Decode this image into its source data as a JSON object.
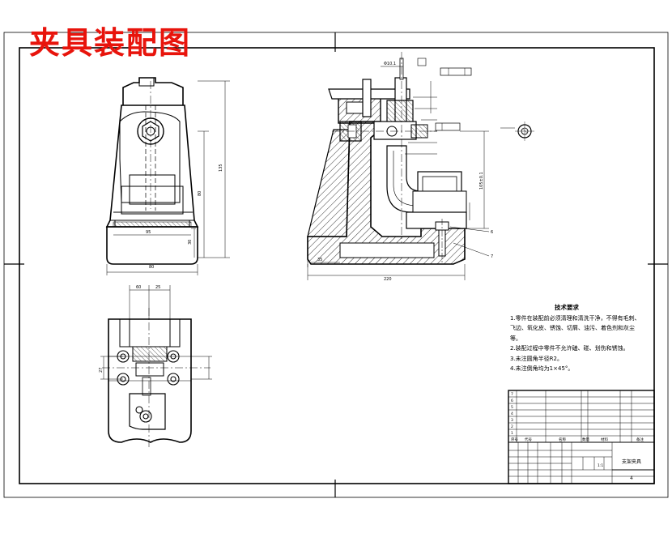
{
  "title": "夹具装配图",
  "colors": {
    "title": "#e8140c",
    "line": "#000000",
    "hatch": "#000000"
  },
  "tech_requirements": {
    "heading": "技术要求",
    "items": [
      "1.零件在装配前必须清理和清洗干净，不得有毛刺、",
      "飞边、氧化皮、锈蚀、切屑、油污、着色剂和灰尘",
      "等。",
      "2.装配过程中零件不允许磕、碰、划伤和锈蚀。",
      "3.未注圆角半径R2。",
      "4.未注倒角均为1×45°。"
    ]
  },
  "title_block": {
    "drawing_name": "支架夹具",
    "sheet_no": "4",
    "scale": "1:1",
    "col_labels": [
      "序号",
      "代号",
      "名称",
      "数量",
      "材料",
      "备注"
    ],
    "row_labels": [
      "7",
      "6",
      "5",
      "4",
      "3",
      "2",
      "1"
    ]
  },
  "dimensions": {
    "front_width": "80",
    "front_height": "135",
    "front_mid": "80",
    "front_base": "30",
    "front_inner": "95",
    "side_width": "220",
    "side_base": "35",
    "side_height": "105±0.1",
    "top_left": "60",
    "top_right": "25",
    "top_dim": "27"
  }
}
